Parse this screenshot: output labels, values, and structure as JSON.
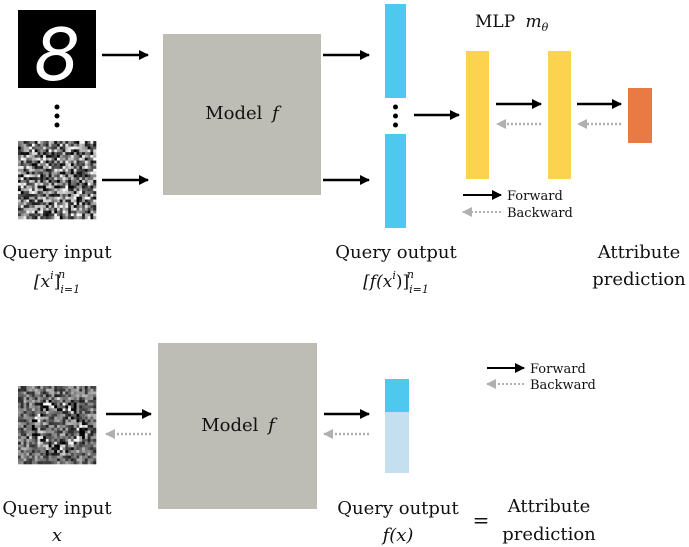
{
  "colors": {
    "model_box": "#bdbdb5",
    "query_bar": "#4fc8ef",
    "query_bar_light": "#c3dff0",
    "mlp_layer": "#fdd24e",
    "mlp_output": "#e97a43",
    "forward_arrow": "#000000",
    "backward_arrow": "#b0b0b0"
  },
  "icons": {
    "digit_image": "handwritten-digit-8-image",
    "noise_image": "random-noise-image",
    "perturbed_image": "perturbed-digit-image"
  },
  "top": {
    "digit_glyph": "8",
    "model_label": "Model",
    "model_symbol": "f",
    "mlp_label": "MLP",
    "mlp_symbol": "m",
    "mlp_subscript": "θ",
    "legend_forward": "Forward",
    "legend_backward": "Backward",
    "query_input_label": "Query input",
    "query_input_formula": "[x",
    "query_input_sup": "i",
    "query_input_close": "]",
    "query_input_sub": "i=1",
    "query_input_supn": "n",
    "query_output_label": "Query output",
    "query_output_formula": "[f(x",
    "query_output_sup": "i",
    "query_output_close": ")]",
    "query_output_sub": "i=1",
    "query_output_supn": "n",
    "attribute_line1": "Attribute",
    "attribute_line2": "prediction"
  },
  "bottom": {
    "model_label": "Model",
    "model_symbol": "f",
    "legend_forward": "Forward",
    "legend_backward": "Backward",
    "query_input_label": "Query input",
    "query_input_formula": "x",
    "query_output_label": "Query output",
    "query_output_formula": "f(x)",
    "equals": "=",
    "attribute_line1": "Attribute",
    "attribute_line2": "prediction"
  }
}
